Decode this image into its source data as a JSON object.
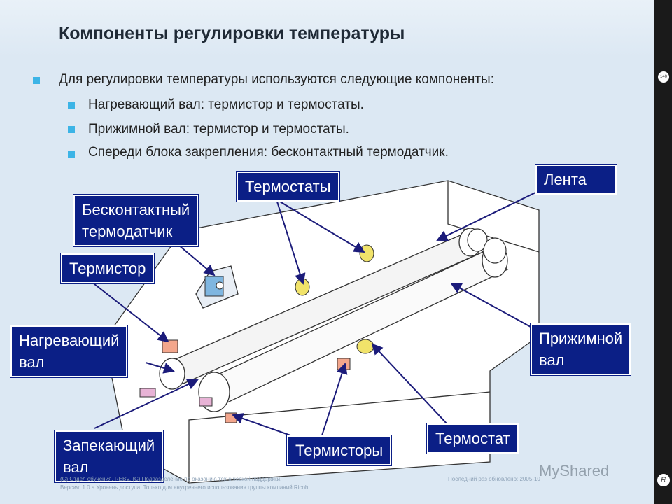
{
  "title": "Компоненты регулировки температуры",
  "intro": "Для регулировки температуры используются следующие компоненты:",
  "items": [
    "Нагревающий вал: термистор и термостаты.",
    "Прижимной вал: термистор и термостаты.",
    "Спереди блока закрепления: бесконтактный термодатчик."
  ],
  "labels": {
    "thermostats": "Термостаты",
    "belt": "Лента",
    "contactless_line1": "Бесконтактный",
    "contactless_line2": "термодатчик",
    "thermistor": "Термистор",
    "heating_line1": "Нагревающий",
    "heating_line2": "вал",
    "pressure_line1": "Прижимной",
    "pressure_line2": "вал",
    "fusing_line1": "Запекающий",
    "fusing_line2": "вал",
    "thermistors": "Термисторы",
    "thermostat": "Термостат"
  },
  "page_number": "140",
  "footer": {
    "line1": "(C) Отдел обучения. REBV. (C) Подразделение по оказанию технической поддержки.",
    "line2": "Версия: 1.0.a  Уровень доступа: Только для внутреннего использования группы компаний Ricoh",
    "updated": "Последний раз обновлено: 2005-10"
  },
  "watermark": "MyShared",
  "colors": {
    "label_bg": "#0b1f86",
    "bullet": "#3cb4e6",
    "arrow": "#1b1b7a"
  }
}
